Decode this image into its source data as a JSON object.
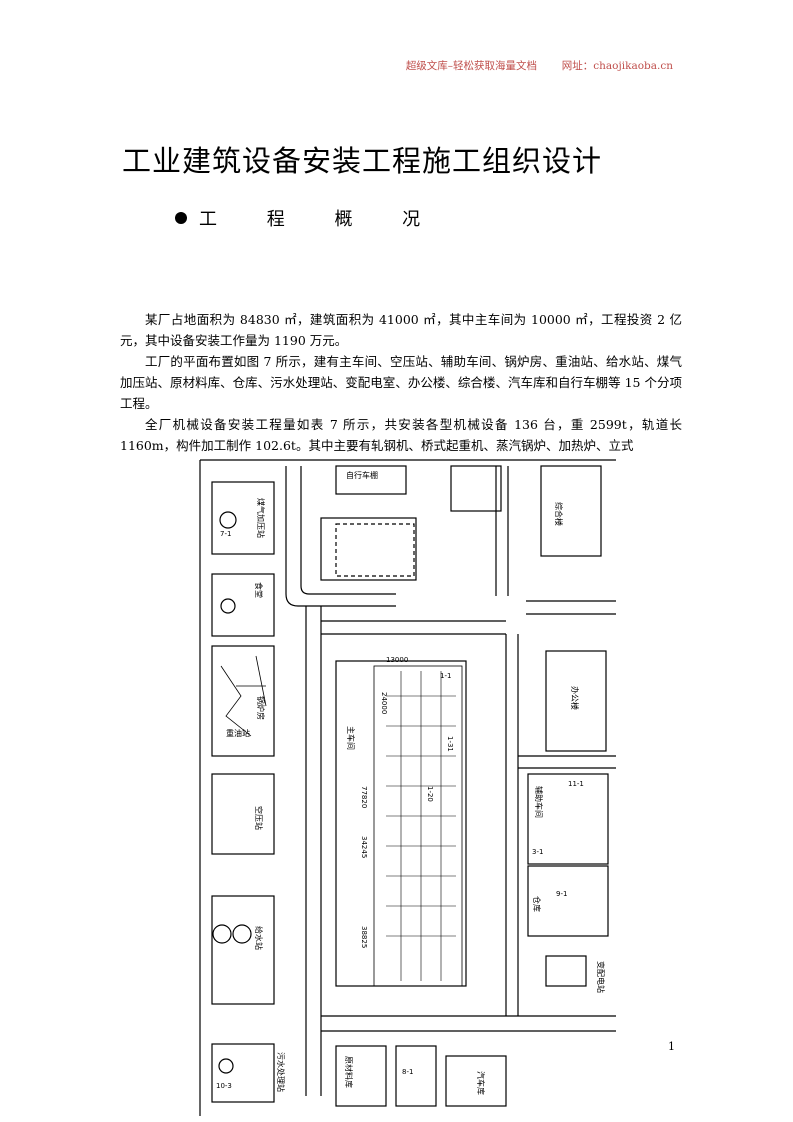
{
  "header": {
    "left": "超级文库–轻松获取海量文档",
    "right": "网址：chaojikaoba.cn"
  },
  "title": "工业建筑设备安装工程施工组织设计",
  "section_heading": "工 程 概 况",
  "paragraphs": [
    "某厂占地面积为 84830 ㎡，建筑面积为 41000 ㎡，其中主车间为 10000 ㎡，工程投资 2 亿元，其中设备安装工作量为 1190 万元。",
    "工厂的平面布置如图 7 所示，建有主车间、空压站、辅助车间、锅炉房、重油站、给水站、煤气加压站、原材料库、仓库、污水处理站、变配电室、办公楼、综合楼、汽车库和自行车棚等 15 个分项工程。",
    "全厂机械设备安装工程量如表 7 所示，共安装各型机械设备 136 台，重 2599t，轨道长 1160m，构件加工制作 102.6t。其中主要有轧钢机、桥式起重机、蒸汽锅炉、加热炉、立式"
  ],
  "figure": {
    "labels": {
      "gas_station": "煤气加压站",
      "bicycle_shed": "自行车棚",
      "canteen": "食堂",
      "complex_bldg": "综合楼",
      "boiler_room": "锅炉房",
      "heavy_oil": "重油站",
      "air_comp": "空压站",
      "water_supply": "给水站",
      "main_workshop": "主车间",
      "office": "办公楼",
      "aux_workshop": "辅助车间",
      "warehouse": "仓库",
      "substation": "变配电站",
      "raw_material": "原材料库",
      "garage": "汽车库",
      "sewage": "污水处理站",
      "dim_13000": "13000",
      "dim_24000": "24000",
      "dim_77820": "77820",
      "dim_34245": "34245",
      "dim_38825": "38825",
      "mark_1_1": "1-1",
      "mark_1_31": "1-31",
      "mark_1_20": "1-20",
      "mark_3_1": "3-1",
      "mark_8_1": "8-1",
      "mark_10_3": "10-3",
      "mark_9_1": "9-1",
      "mark_11_1": "11-1",
      "mark_7_1": "7-1"
    }
  },
  "page_number": "1"
}
